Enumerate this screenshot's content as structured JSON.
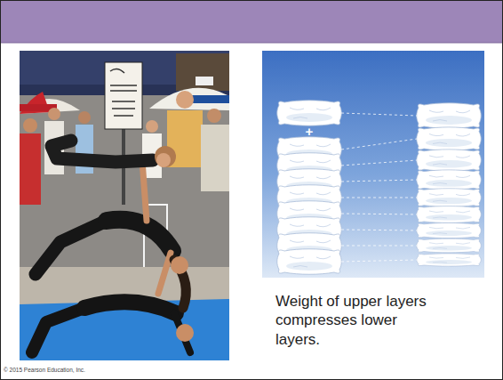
{
  "diagram": {
    "caption": "Weight of upper layers compresses lower layers.",
    "labels": [
      "+",
      "© 2015 Pearson Education, Inc."
    ]
  }
}
